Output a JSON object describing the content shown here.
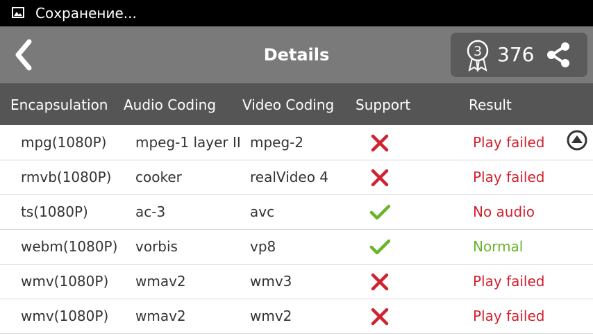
{
  "status_bar": {
    "text": "Сохранение...",
    "icon": "image-icon"
  },
  "header": {
    "title": "Details",
    "back_icon": "chevron-left-icon",
    "award_icon": "award-ribbon-icon",
    "award_level": "3",
    "score": "376",
    "share_icon": "share-icon"
  },
  "columns": {
    "encapsulation": "Encapsulation",
    "audio": "Audio Coding",
    "video": "Video Coding",
    "support": "Support",
    "result": "Result"
  },
  "rows": [
    {
      "encapsulation": "mpg(1080P)",
      "audio": "mpeg-1 layer II",
      "video": "mpeg-2",
      "support": "cross",
      "result": "Play failed",
      "status": "fail"
    },
    {
      "encapsulation": "rmvb(1080P)",
      "audio": "cooker",
      "video": "realVideo 4",
      "support": "cross",
      "result": "Play failed",
      "status": "fail"
    },
    {
      "encapsulation": "ts(1080P)",
      "audio": "ac-3",
      "video": "avc",
      "support": "check",
      "result": "No audio",
      "status": "fail"
    },
    {
      "encapsulation": "webm(1080P)",
      "audio": "vorbis",
      "video": "vp8",
      "support": "check",
      "result": "Normal",
      "status": "ok"
    },
    {
      "encapsulation": "wmv(1080P)",
      "audio": "wmav2",
      "video": "wmv3",
      "support": "cross",
      "result": "Play failed",
      "status": "fail"
    },
    {
      "encapsulation": "wmv(1080P)",
      "audio": "wmav2",
      "video": "wmv2",
      "support": "cross",
      "result": "Play failed",
      "status": "fail"
    }
  ],
  "colors": {
    "fail": "#d0222f",
    "ok": "#6ab42a",
    "header_bg": "#7a7a7a",
    "column_header_bg": "#555555"
  },
  "scroll_top_icon": "scroll-to-top-icon"
}
